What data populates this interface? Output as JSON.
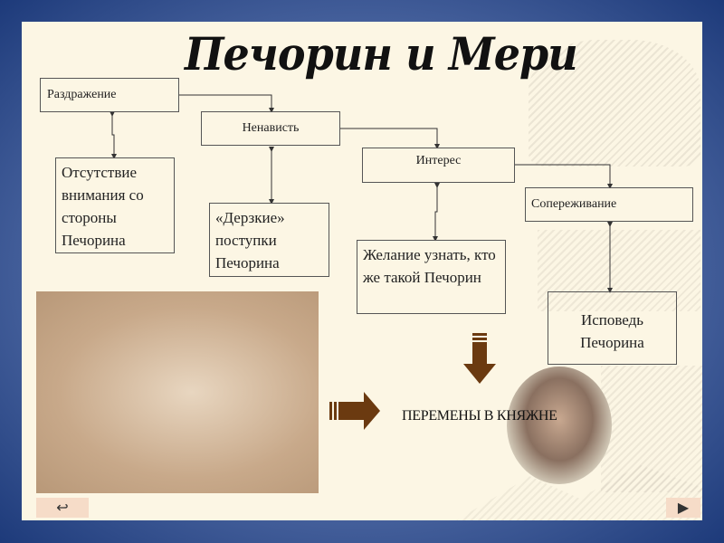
{
  "title": "Печорин и Мери",
  "diagram": {
    "nodes": [
      {
        "id": "irritation",
        "label": "Раздражение"
      },
      {
        "id": "hatred",
        "label": "Ненависть"
      },
      {
        "id": "interest",
        "label": "Интерес"
      },
      {
        "id": "empathy",
        "label": "Сопереживание"
      },
      {
        "id": "inattention",
        "label": "Отсутствие внимания со стороны Печорина"
      },
      {
        "id": "insolent",
        "label": "«Дерзкие» поступки Печорина"
      },
      {
        "id": "desire",
        "label": "Желание узнать, кто же такой Печорин"
      },
      {
        "id": "confession",
        "label": "Исповедь Печорина"
      }
    ]
  },
  "result_label": "ПЕРЕМЕНЫ В КНЯЖНЕ",
  "nav": {
    "back_icon": "↩ return-icon",
    "next_icon": "▶"
  },
  "colors": {
    "arrow": "#6b3a10",
    "box_border": "#555555",
    "slide_bg": "#fcf6e4"
  }
}
